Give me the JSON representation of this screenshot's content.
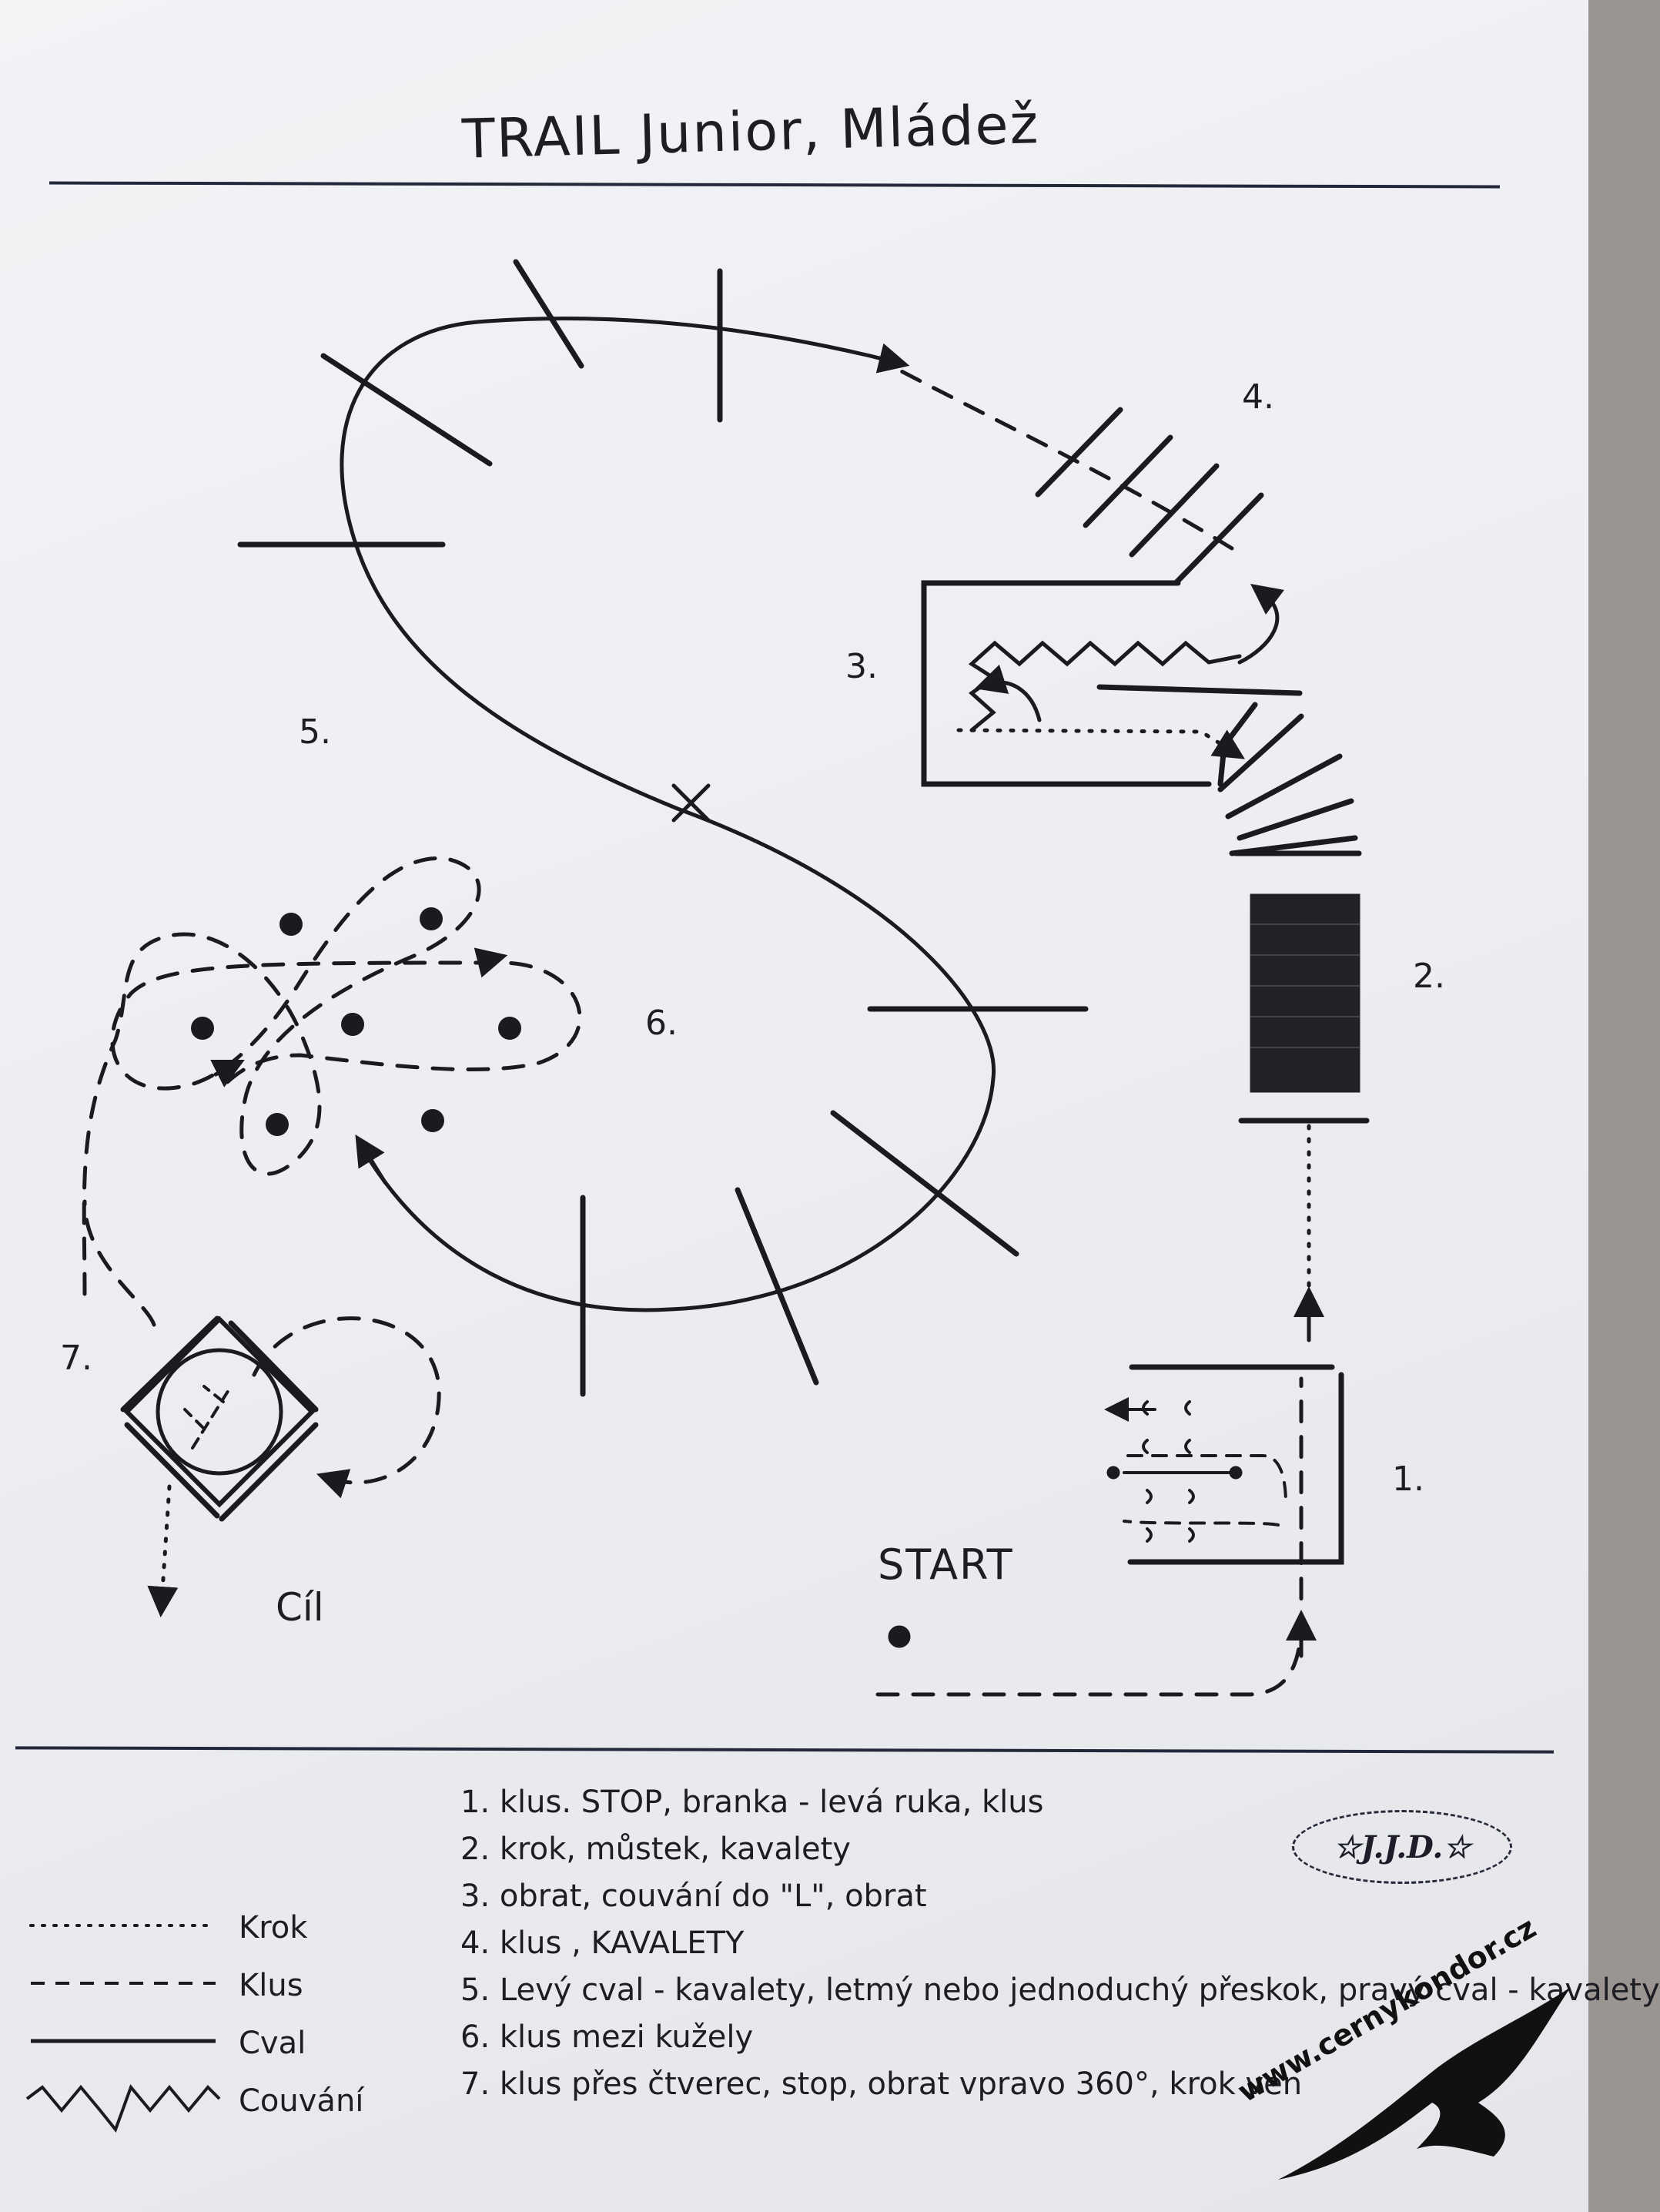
{
  "title": "TRAIL Junior, Mládež",
  "stations": {
    "s1": "1.",
    "s2": "2.",
    "s3": "3.",
    "s4": "4.",
    "s5": "5.",
    "s6": "6.",
    "s7": "7."
  },
  "start_label": "START",
  "finish_label": "Cíl",
  "instructions": [
    "1. klus.  STOP, branka - levá ruka, klus",
    "2. krok, můstek, kavalety",
    "3. obrat, couvání do \"L\", obrat",
    "4. klus , KAVALETY",
    "5. Levý cval - kavalety, letmý nebo jednoduchý  přeskok, pravý cval - kavalety",
    "6. klus mezi kužely",
    "7. klus přes čtverec, stop, obrat vpravo 360°, krok ven"
  ],
  "legend": {
    "walk": "Krok",
    "trot": "Klus",
    "canter": "Cval",
    "backup": "Couvání"
  },
  "badge": "☆J.J.D.☆",
  "watermark": "www.cernykondor.cz",
  "colors": {
    "ink": "#1a1a20",
    "paper": "#eef0f3",
    "rule": "#23283a"
  }
}
